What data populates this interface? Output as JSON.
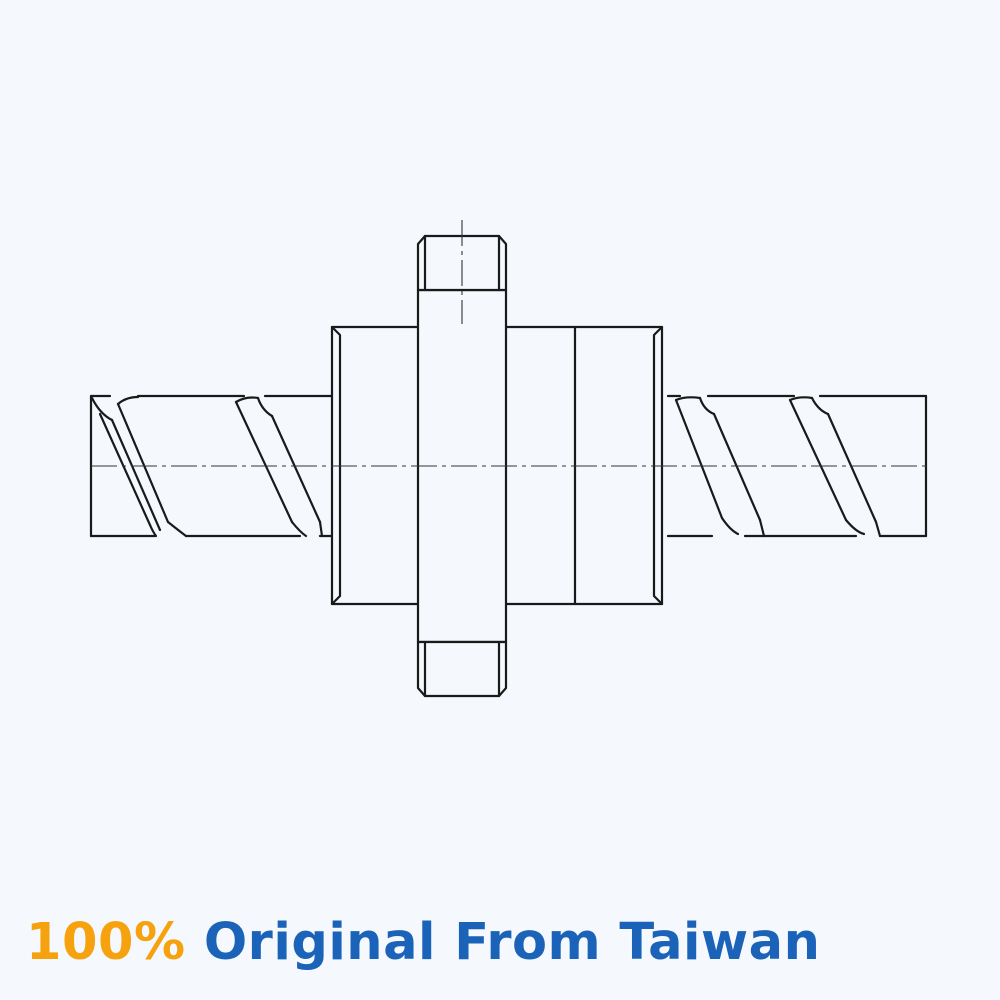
{
  "colors": {
    "background": "#f5f8fc",
    "line": "#1a1a1a",
    "tagline_accent": "#f6a20f",
    "tagline_main": "#1a63b8"
  },
  "diagram": {
    "subject": "ball-screw-with-flanged-nut",
    "components": [
      "screw-shaft-left",
      "ball-nut-body",
      "nut-flange",
      "screw-shaft-right",
      "center-axis"
    ]
  },
  "tagline": {
    "accent": "100%",
    "main": "Original From Taiwan"
  }
}
